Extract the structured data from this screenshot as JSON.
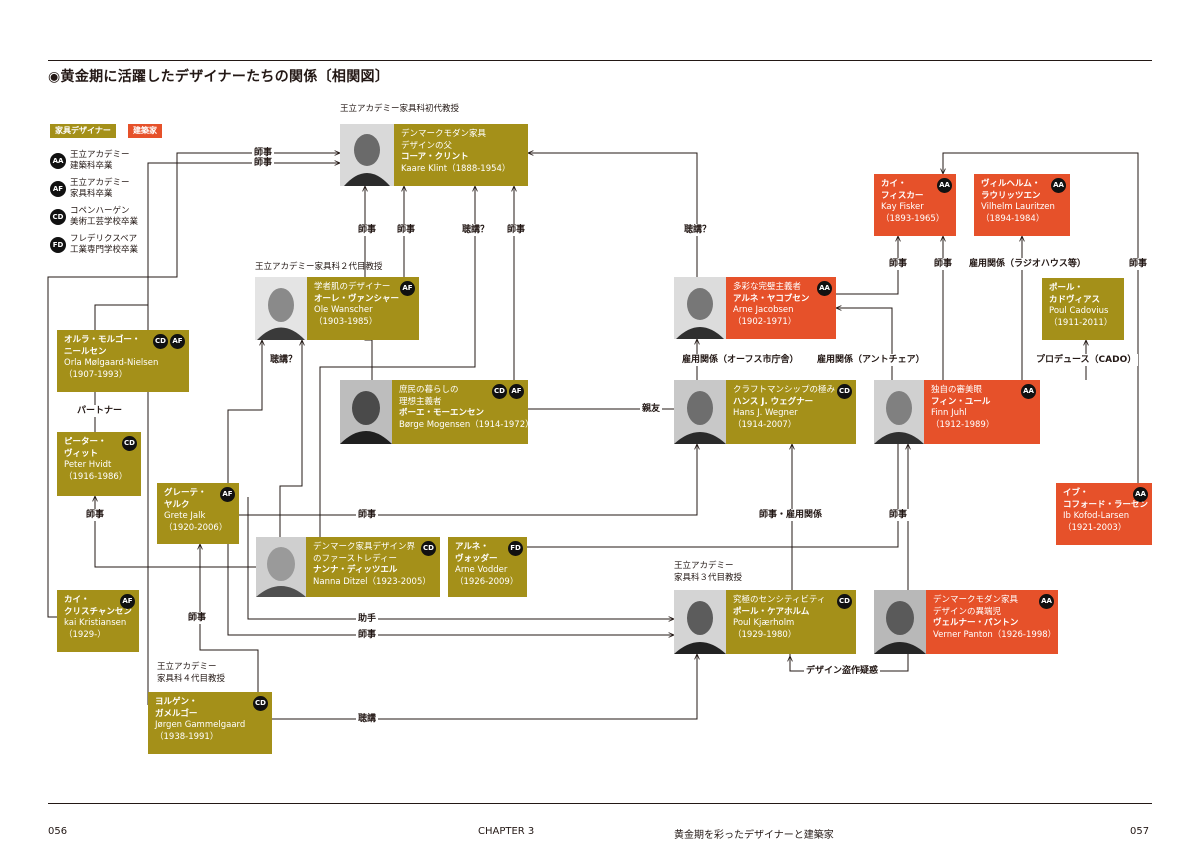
{
  "title": "◉黄金期に活躍したデザイナーたちの関係〔相関図〕",
  "legend": {
    "furniture": "家具デザイナー",
    "architect": "建築家",
    "badges": [
      {
        "code": "AA",
        "text": "王立アカデミー\n建築科卒業"
      },
      {
        "code": "AF",
        "text": "王立アカデミー\n家具科卒業"
      },
      {
        "code": "CD",
        "text": "コペンハーゲン\n美術工芸学校卒業"
      },
      {
        "code": "FD",
        "text": "フレデリクスベア\n工業専門学校卒業"
      }
    ]
  },
  "colors": {
    "furniture": "#a49019",
    "architect": "#e6512a"
  },
  "captions": {
    "klint": "王立アカデミー家具科初代教授",
    "wanscher": "王立アカデミー家具科２代目教授",
    "kjaerholm": "王立アカデミー\n家具科３代目教授",
    "gammelgaard": "王立アカデミー\n家具科４代目教授"
  },
  "nodes": {
    "klint": {
      "tagline": "デンマークモダン家具\nデザインの父",
      "name_ja": "コーア・クリント",
      "roman": "Kaare Klint（1888-1954）",
      "badges": []
    },
    "wanscher": {
      "tagline": "学者肌のデザイナー",
      "name_ja": "オーレ・ヴァンシャー",
      "roman": "Ole Wanscher\n（1903-1985）",
      "badges": [
        "AF"
      ]
    },
    "molgaard": {
      "tagline": "",
      "name_ja": "オルラ・モルゴー・\nニールセン",
      "roman": "Orla Mølgaard-Nielsen\n（1907-1993）",
      "badges": [
        "CD",
        "AF"
      ]
    },
    "mogensen": {
      "tagline": "庶民の暮らしの\n理想主義者",
      "name_ja": "ボーエ・モーエンセン",
      "roman": "Børge Mogensen（1914-1972）",
      "badges": [
        "CD",
        "AF"
      ]
    },
    "hvidt": {
      "tagline": "",
      "name_ja": "ピーター・\nヴィット",
      "roman": "Peter Hvidt\n（1916-1986）",
      "badges": [
        "CD"
      ]
    },
    "jalk": {
      "tagline": "",
      "name_ja": "グレーテ・\nヤルク",
      "roman": "Grete Jalk\n（1920-2006）",
      "badges": [
        "AF"
      ]
    },
    "ditzel": {
      "tagline": "デンマーク家具デザイン界\nのファーストレディー",
      "name_ja": "ナンナ・ディッツエル",
      "roman": "Nanna Ditzel（1923-2005）",
      "badges": [
        "CD"
      ]
    },
    "vodder": {
      "tagline": "",
      "name_ja": "アルネ・\nヴォッダー",
      "roman": "Arne Vodder\n（1926-2009）",
      "badges": [
        "FD"
      ]
    },
    "kristiansen": {
      "tagline": "",
      "name_ja": "カイ・\nクリスチャンセン",
      "roman": "kai Kristiansen\n（1929-）",
      "badges": [
        "AF"
      ]
    },
    "gammelgaard": {
      "tagline": "",
      "name_ja": "ヨルゲン・\nガメルゴー",
      "roman": "Jørgen Gammelgaard\n（1938-1991）",
      "badges": [
        "CD"
      ]
    },
    "jacobsen": {
      "tagline": "多彩な完璧主義者",
      "name_ja": "アルネ・ヤコブセン",
      "roman": "Arne Jacobsen\n（1902-1971）",
      "badges": [
        "AA"
      ]
    },
    "wegner": {
      "tagline": "クラフトマンシップの極み",
      "name_ja": "ハンス J. ウェグナー",
      "roman": "Hans J. Wegner\n（1914-2007）",
      "badges": [
        "CD"
      ]
    },
    "kjaerholm": {
      "tagline": "究極のセンシティビティ",
      "name_ja": "ポール・ケアホルム",
      "roman": "Poul Kjærholm\n（1929-1980）",
      "badges": [
        "CD"
      ]
    },
    "fisker": {
      "tagline": "",
      "name_ja": "カイ・\nフィスカー",
      "roman": "Kay Fisker\n（1893-1965）",
      "badges": [
        "AA"
      ]
    },
    "lauritzen": {
      "tagline": "",
      "name_ja": "ヴィルヘルム・\nラウリッツエン",
      "roman": "Vilhelm Lauritzen\n（1894-1984）",
      "badges": [
        "AA"
      ]
    },
    "cadovius": {
      "tagline": "",
      "name_ja": "ポール・\nカドヴィアス",
      "roman": "Poul Cadovius\n（1911-2011）",
      "badges": []
    },
    "juhl": {
      "tagline": "独自の審美眼",
      "name_ja": "フィン・ユール",
      "roman": "Finn Juhl\n（1912-1989）",
      "badges": [
        "AA"
      ]
    },
    "kofod": {
      "tagline": "",
      "name_ja": "イブ・\nコフォード・ラーセン",
      "roman": "Ib Kofod-Larsen\n（1921-2003）",
      "badges": [
        "AA"
      ]
    },
    "panton": {
      "tagline": "デンマークモダン家具\nデザインの異端児",
      "name_ja": "ヴェルナー・パントン",
      "roman": "Verner Panton（1926-1998）",
      "badges": [
        "AA"
      ]
    }
  },
  "labels": {
    "shiji": "師事",
    "choukou": "聴講",
    "choukou_q": "聴講？",
    "partner": "パートナー",
    "shinyu": "親友",
    "joshu": "助手",
    "koyo_aarhus": "雇用関係（オーフス市庁舎）",
    "koyo_antchair": "雇用関係（アントチェア）",
    "koyo_radiohouse": "雇用関係（ラジオハウス等）",
    "produce_cado": "プロデュース（CADO）",
    "shiji_koyo": "師事・雇用関係",
    "design_tousaku": "デザイン盗作疑惑"
  },
  "footer": {
    "left_page": "056",
    "chapter": "CHAPTER 3",
    "book_title": "黄金期を彩ったデザイナーと建築家",
    "right_page": "057"
  }
}
